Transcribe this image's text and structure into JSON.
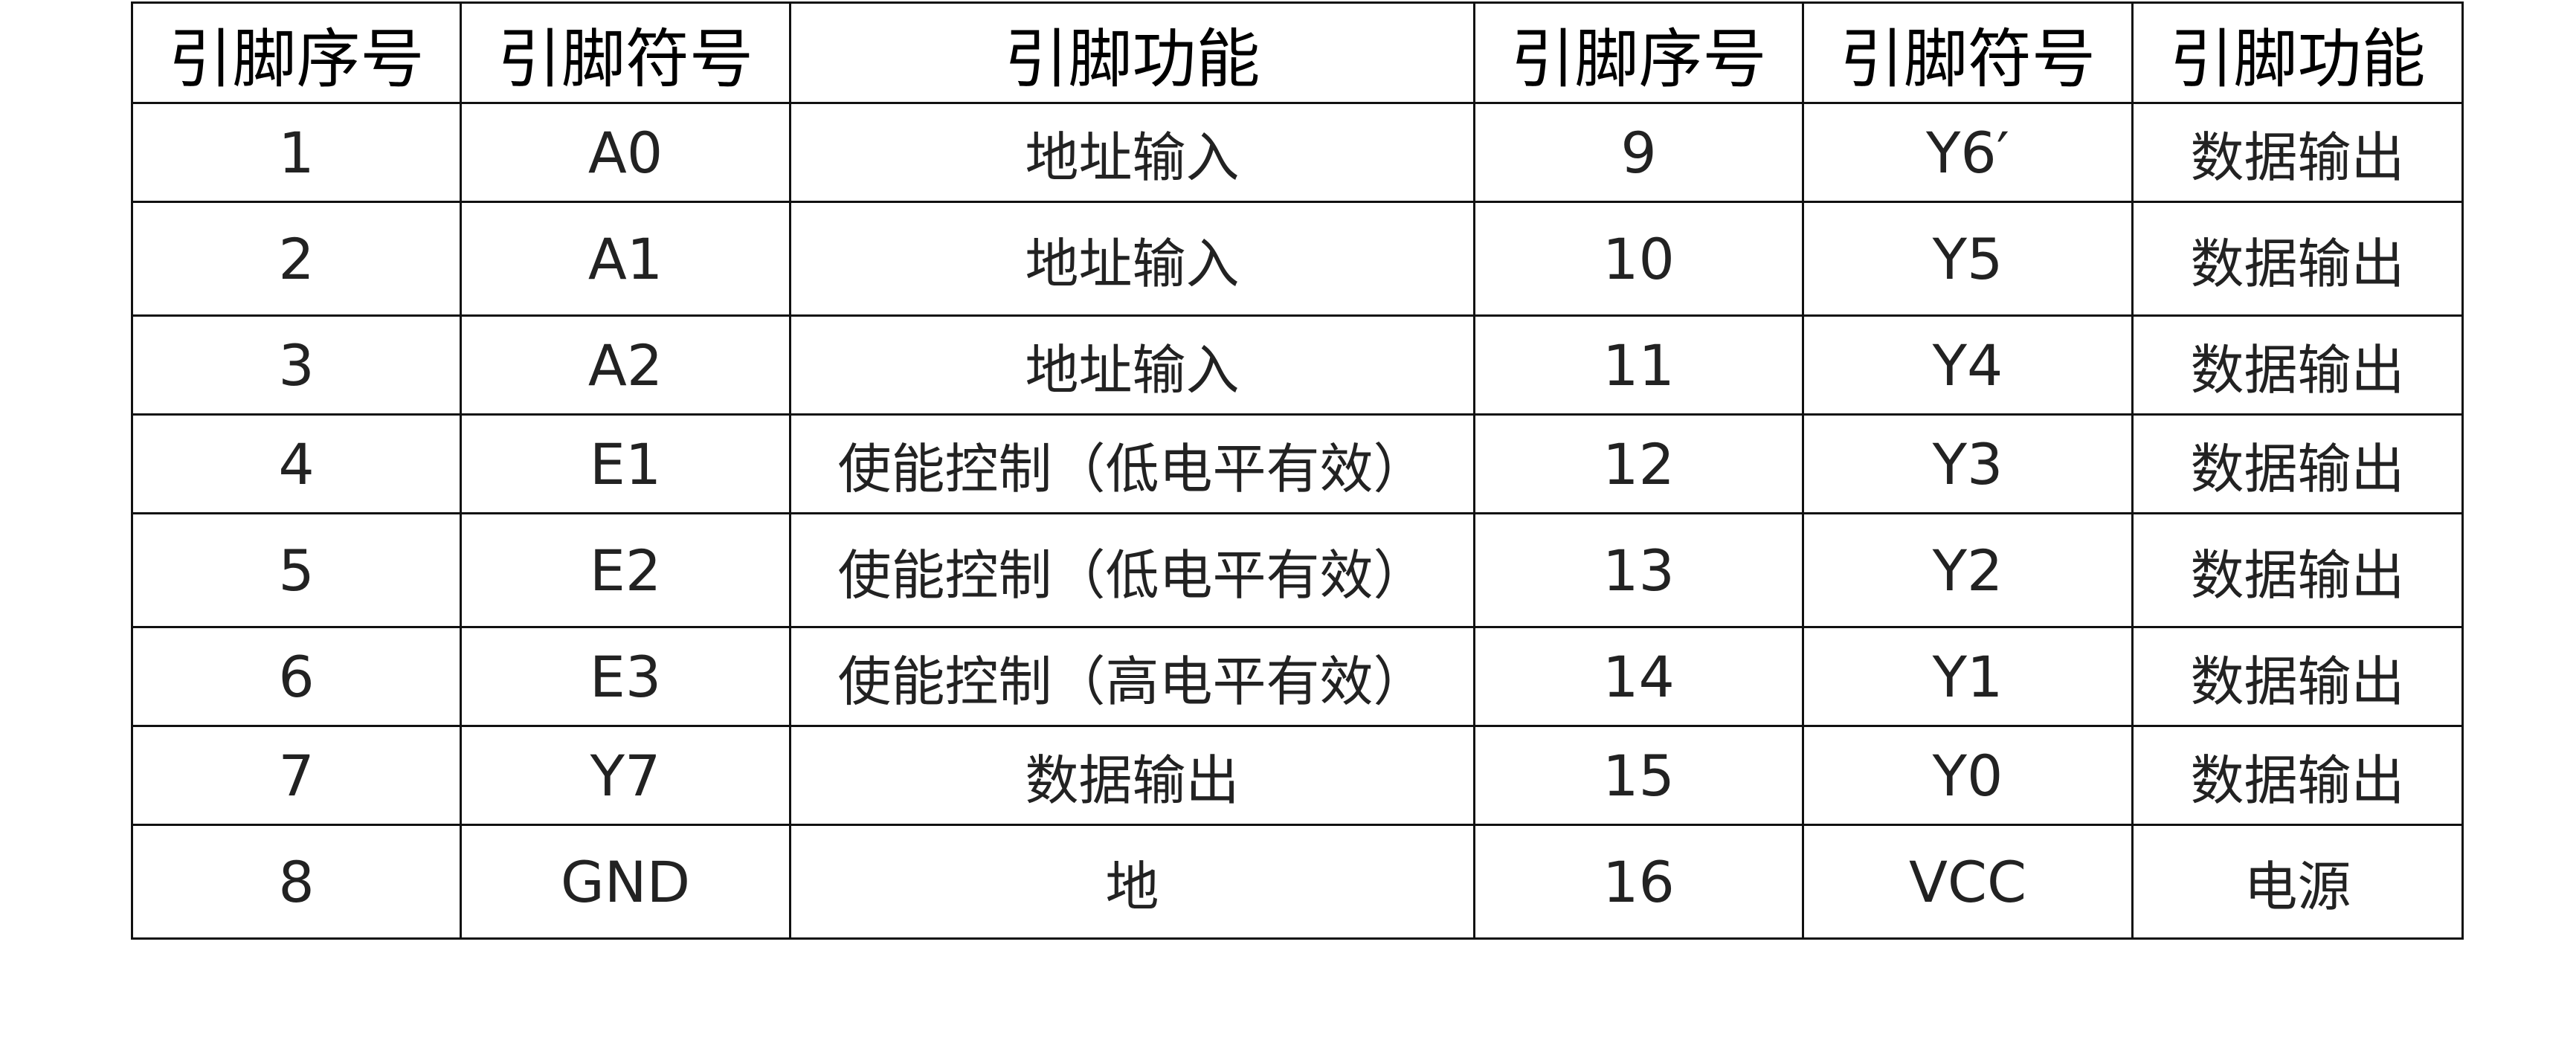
{
  "table": {
    "headers": [
      "引脚序号",
      "引脚符号",
      "引脚功能",
      "引脚序号",
      "引脚符号",
      "引脚功能"
    ],
    "rows": [
      [
        "1",
        "A0",
        "地址输入",
        "9",
        "Y6′",
        "数据输出"
      ],
      [
        "2",
        "A1",
        "地址输入",
        "10",
        "Y5",
        "数据输出"
      ],
      [
        "3",
        "A2",
        "地址输入",
        "11",
        "Y4",
        "数据输出"
      ],
      [
        "4",
        "E1",
        "使能控制（低电平有效）",
        "12",
        "Y3",
        "数据输出"
      ],
      [
        "5",
        "E2",
        "使能控制（低电平有效）",
        "13",
        "Y2",
        "数据输出"
      ],
      [
        "6",
        "E3",
        "使能控制（高电平有效）",
        "14",
        "Y1",
        "数据输出"
      ],
      [
        "7",
        "Y7",
        "数据输出",
        "15",
        "Y0",
        "数据输出"
      ],
      [
        "8",
        "GND",
        "地",
        "16",
        "VCC",
        "电源"
      ]
    ]
  }
}
